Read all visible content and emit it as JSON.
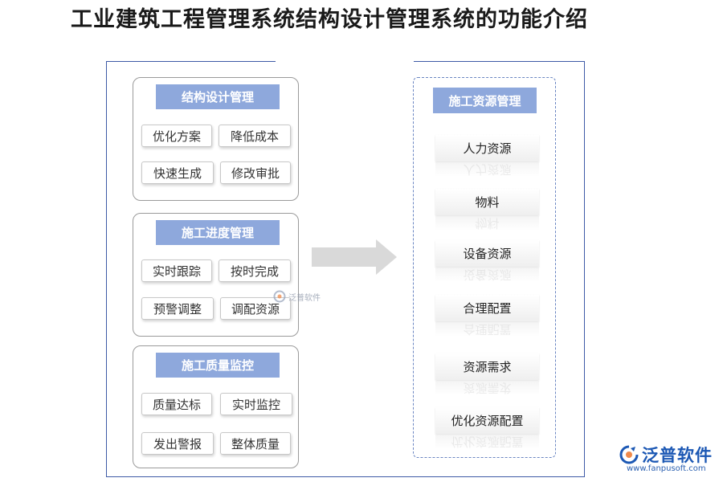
{
  "title": "工业建筑工程管理系统结构设计管理系统的功能介绍",
  "groups": [
    {
      "header": "结构设计管理",
      "items": [
        "优化方案",
        "降低成本",
        "快速生成",
        "修改审批"
      ]
    },
    {
      "header": "施工进度管理",
      "items": [
        "实时跟踪",
        "按时完成",
        "预警调整",
        "调配资源"
      ]
    },
    {
      "header": "施工质量监控",
      "items": [
        "质量达标",
        "实时监控",
        "发出警报",
        "整体质量"
      ]
    }
  ],
  "right": {
    "header": "施工资源管理",
    "items": [
      "人力资源",
      "物料",
      "设备资源",
      "合理配置",
      "资源需求",
      "优化资源配置"
    ]
  },
  "watermark": {
    "center_text": "泛普软件",
    "logo_text": "泛普软件",
    "url": "www.fanpusoft.com"
  },
  "colors": {
    "header_bg": "#8ea8dc",
    "frame": "#3d5aa6",
    "brand": "#1c58b4",
    "arrow": "#d9d9d9"
  }
}
